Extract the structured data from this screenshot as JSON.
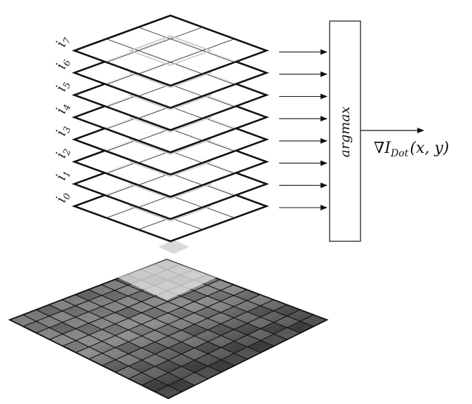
{
  "layers": [
    {
      "base": "i",
      "sub": "0"
    },
    {
      "base": "i",
      "sub": "1"
    },
    {
      "base": "i",
      "sub": "2"
    },
    {
      "base": "i",
      "sub": "3"
    },
    {
      "base": "i",
      "sub": "4"
    },
    {
      "base": "i",
      "sub": "5"
    },
    {
      "base": "i",
      "sub": "6"
    },
    {
      "base": "i",
      "sub": "7"
    }
  ],
  "operator": {
    "label": "argmax"
  },
  "output": {
    "nabla": "∇",
    "symbol": "I",
    "subscript": "Dot",
    "args": "(x, y)"
  },
  "colors": {
    "stroke": "#111111",
    "layer_fill": "#ffffff",
    "faint_grid": "#c8c8c8",
    "image_dark": "#3a3a3a",
    "image_light": "#9a9a9a"
  },
  "grid": {
    "layer_cells": 3,
    "image_cells": 12
  }
}
